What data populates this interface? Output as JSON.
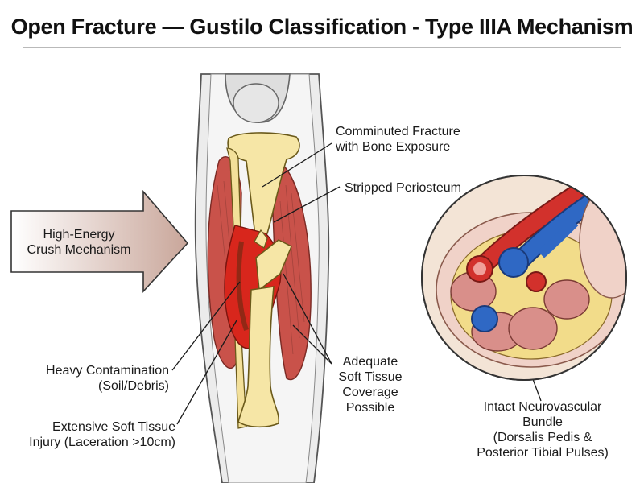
{
  "title": "Open Fracture — Gustilo Classification - Type IIIA Mechanism",
  "labels": {
    "comminuted_line1": "Comminuted Fracture",
    "comminuted_line2": "with Bone Exposure",
    "periosteum": "Stripped Periosteum",
    "mechanism_line1": "High-Energy",
    "mechanism_line2": "Crush Mechanism",
    "contamination_line1": "Heavy Contamination",
    "contamination_line2": "(Soil/Debris)",
    "softtissue_line1": "Extensive Soft Tissue",
    "softtissue_line2": "Injury (Laceration >10cm)",
    "coverage_line1": "Adequate",
    "coverage_line2": "Soft Tissue",
    "coverage_line3": "Coverage",
    "coverage_line4": "Possible",
    "neuro_line1": "Intact Neurovascular",
    "neuro_line2": "Bundle",
    "neuro_line3": "(Dorsalis Pedis &",
    "neuro_line4": "Posterior Tibial Pulses)"
  },
  "colors": {
    "muscle": "#c9524a",
    "bone": "#f6e6a6",
    "wound": "#d8261c",
    "artery": "#d2312c",
    "vein": "#2f68c4",
    "skin": "#f0d2c8"
  }
}
